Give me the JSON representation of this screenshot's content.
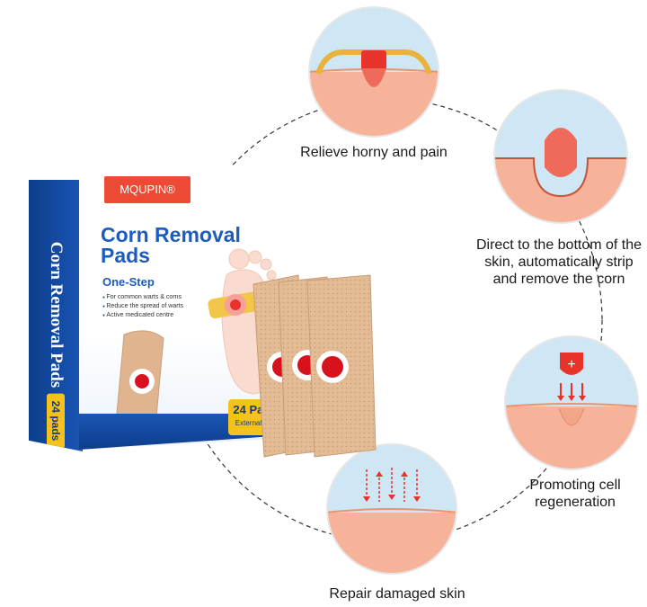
{
  "captions": {
    "step1": "Relieve horny and pain",
    "step2": "Direct to the bottom of the skin, automatically strip and remove the corn",
    "step3": "Promoting cell regeneration",
    "step4": "Repair damaged skin"
  },
  "product": {
    "brand": "MQUPIN®",
    "title": "Corn Removal Pads",
    "side_title": "Corn Removal Pads",
    "side_count": "24 pads",
    "step_label": "One-Step",
    "features": [
      "For common warts & corns",
      "Reduce the spread of warts",
      "Active medicated centre"
    ],
    "pads_count": "24 Pads",
    "external_use": "External use"
  },
  "colors": {
    "brand_blue": "#1a56b5",
    "brand_red": "#ec4a35",
    "badge_yellow": "#f5c21b",
    "skin": "#f6b39a",
    "circle_bg": "#cfe6f5"
  }
}
